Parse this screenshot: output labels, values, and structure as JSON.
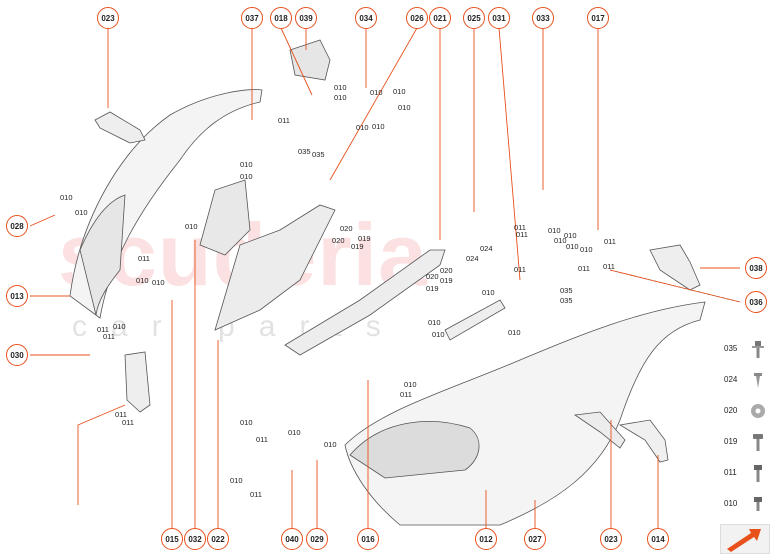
{
  "watermark": {
    "title": "scuderia",
    "subtitle": "car parts"
  },
  "callouts": [
    "023",
    "037",
    "018",
    "039",
    "034",
    "026",
    "021",
    "025",
    "031",
    "033",
    "017",
    "028",
    "013",
    "030",
    "038",
    "036",
    "015",
    "032",
    "022",
    "040",
    "029",
    "016",
    "012",
    "027",
    "023",
    "014"
  ],
  "part_labels": [
    "010",
    "010",
    "011",
    "011",
    "010",
    "011",
    "011",
    "035",
    "035",
    "011",
    "010",
    "010",
    "010",
    "010",
    "010",
    "010",
    "010",
    "010",
    "010",
    "010",
    "020",
    "020",
    "019",
    "019",
    "024",
    "024",
    "020",
    "020",
    "019",
    "019",
    "011",
    "011",
    "010",
    "010",
    "011",
    "010",
    "010",
    "010",
    "011",
    "011",
    "011",
    "035",
    "035",
    "010",
    "010",
    "010",
    "010",
    "010",
    "011",
    "011",
    "010",
    "010",
    "010",
    "010",
    "011",
    "011",
    "010",
    "010"
  ],
  "legend": [
    {
      "code": "035",
      "icon": "bolt-flange-icon"
    },
    {
      "code": "024",
      "icon": "pin-icon"
    },
    {
      "code": "020",
      "icon": "washer-icon"
    },
    {
      "code": "019",
      "icon": "screw-icon"
    },
    {
      "code": "011",
      "icon": "bolt-icon"
    },
    {
      "code": "010",
      "icon": "bolt-short-icon"
    }
  ],
  "colors": {
    "callout_ring": "#e8501c",
    "watermark": "#e84646",
    "line": "#333333"
  }
}
